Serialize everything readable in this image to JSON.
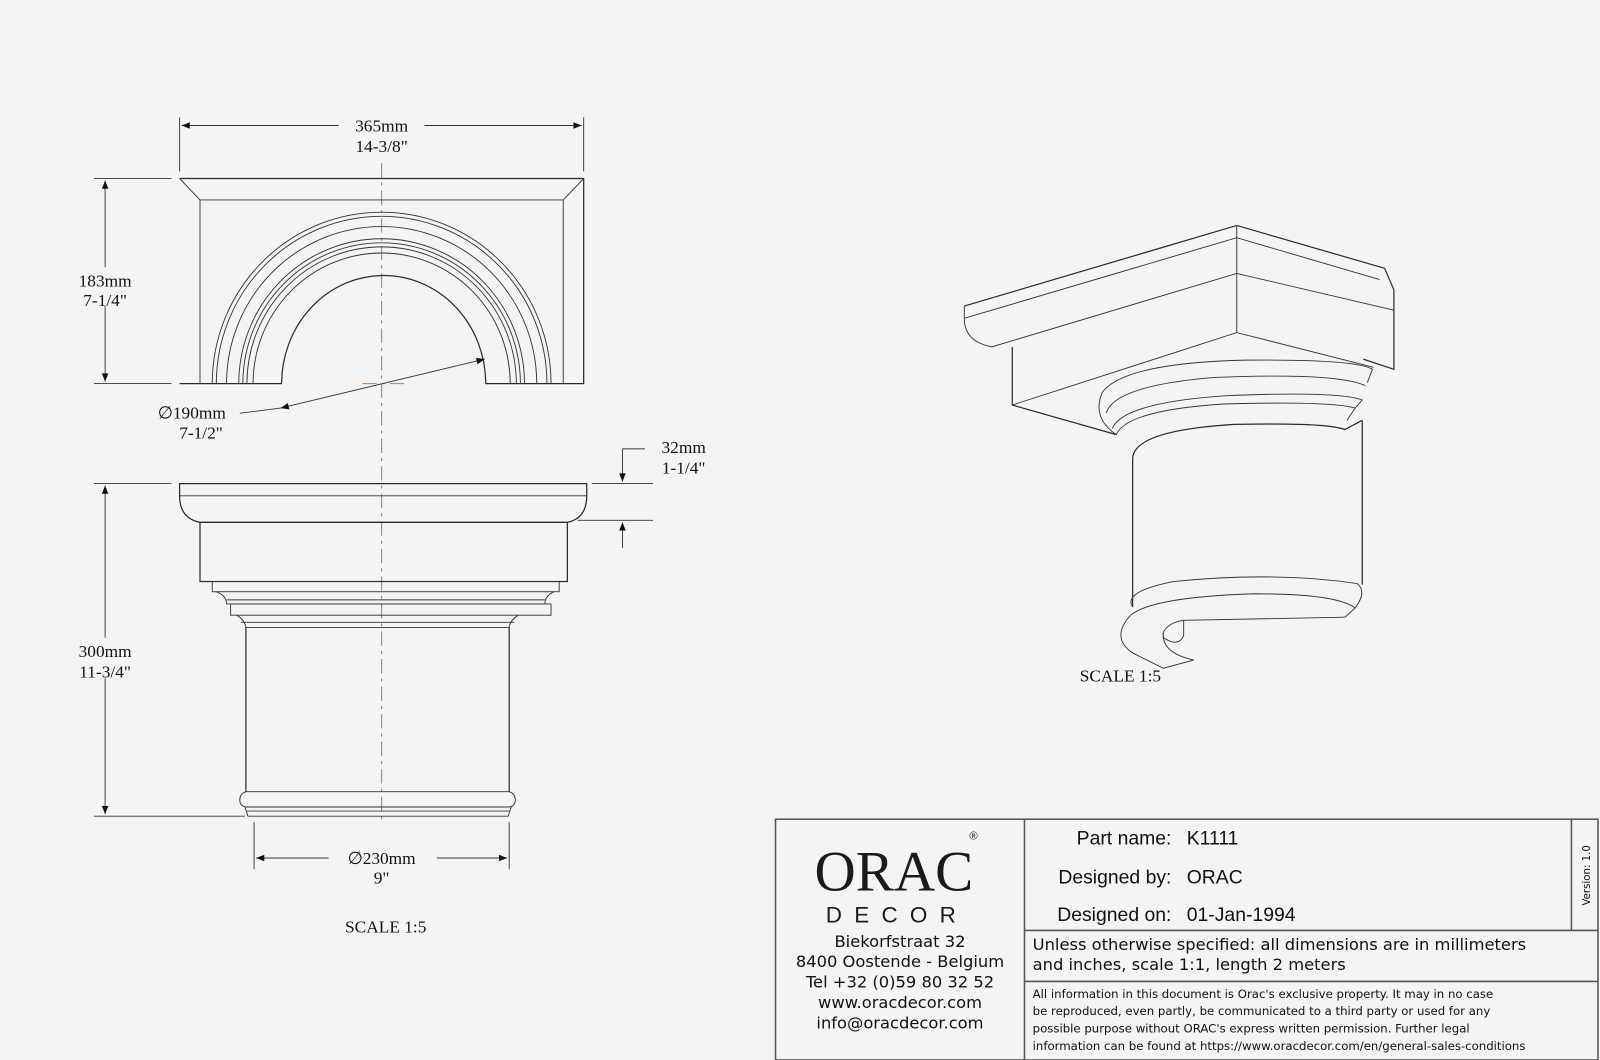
{
  "top_view": {
    "width_mm": "365mm",
    "width_in": "14-3/8\"",
    "height_mm": "183mm",
    "height_in": "7-1/4\"",
    "bore_mm": "∅190mm",
    "bore_in": "7-1/2\""
  },
  "front_view": {
    "height_mm": "300mm",
    "height_in": "11-3/4\"",
    "abacus_mm": "32mm",
    "abacus_in": "1-1/4\"",
    "diameter_mm": "∅230mm",
    "diameter_in": "9\"",
    "scale": "SCALE  1:5"
  },
  "iso_view": {
    "scale": "SCALE  1:5"
  },
  "title_block": {
    "logo_main": "ORAC",
    "logo_sub": "DECOR",
    "logo_mark": "®",
    "address": [
      "Biekorfstraat 32",
      "8400 Oostende - Belgium",
      "Tel  +32 (0)59 80 32 52",
      "www.oracdecor.com",
      "info@oracdecor.com"
    ],
    "part_name_label": "Part name:",
    "part_name": "K1111",
    "designed_by_label": "Designed by:",
    "designed_by": "ORAC",
    "designed_on_label": "Designed on:",
    "designed_on": "01-Jan-1994",
    "version": "Version: 1.0",
    "units_note": [
      "Unless otherwise specified: all dimensions are in millimeters",
      "and inches, scale 1:1, length 2 meters"
    ],
    "legal": [
      "All information in this document is Orac's exclusive property.  It may in no case",
      "be reproduced, even partly, be communicated to a third party or used for any",
      "possible purpose without ORAC's express written permission. Further legal",
      "information can be found at https://www.oracdecor.com/en/general-sales-conditions"
    ]
  }
}
